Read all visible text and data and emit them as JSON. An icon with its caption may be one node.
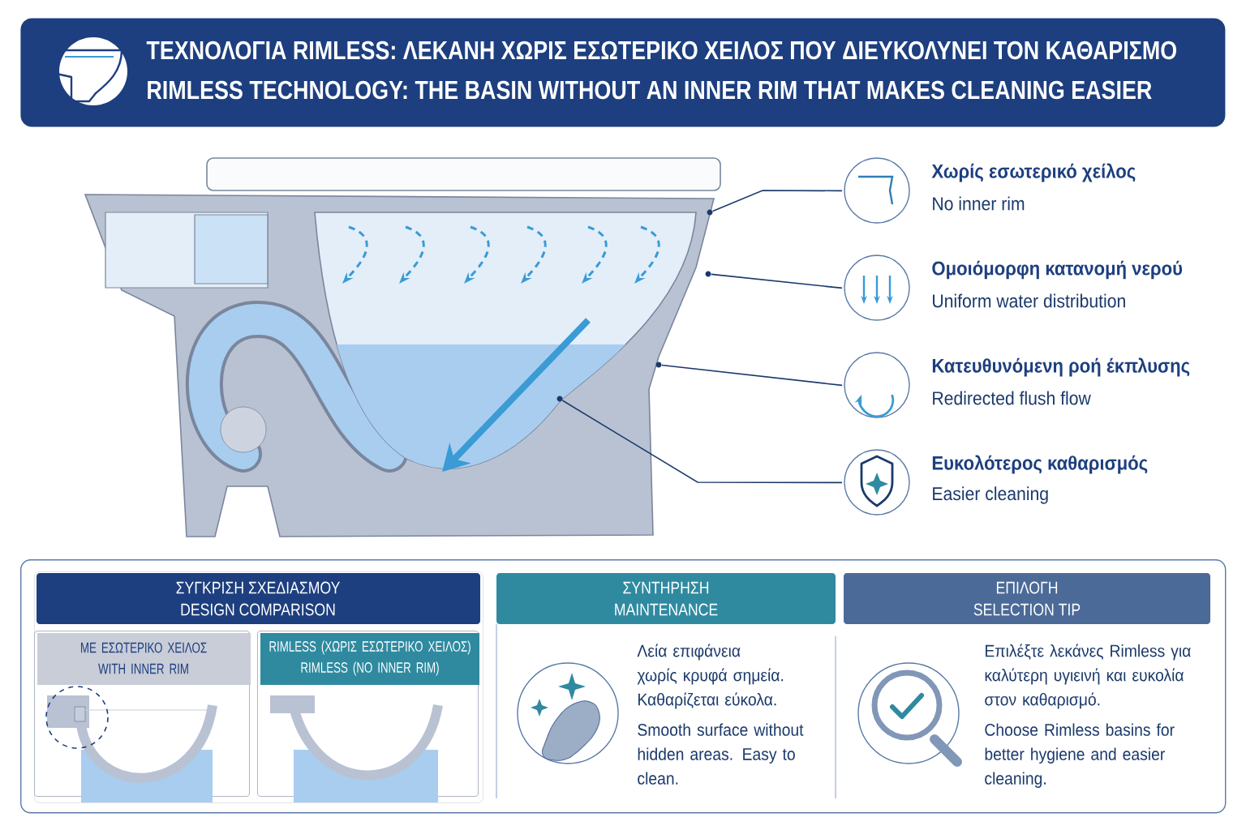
{
  "diagram": {
    "nodes": [
      {
        "text": [
          "ΤΕΧΝΟΛΟΓΙΑ RIMLESS: ΛΕΚΑΝΗ ΧΩΡΙΣ ΕΣΩΤΕΡΙΚΟ ΧΕΙΛΟΣ ΠΟΥ ΔΙΕΥΚΟΛΥΝΕΙ ΤΟΝ ΚΑΘΑΡΙΣΜΟ",
          "RIMLESS TECHNOLOGY: THE BASIN WITHOUT AN INNER RIM THAT MAKES CLEANING EASIER"
        ]
      },
      {
        "text": [],
        "shape": "picture"
      },
      {
        "text": [],
        "shape": "circle",
        "in": 1
      },
      {
        "text": [],
        "shape": "circle",
        "in": 1
      },
      {
        "text": [],
        "shape": "circle",
        "in": 1
      },
      {
        "text": [],
        "shape": "circle",
        "in": 1
      },
      {
        "text": [
          "Χωρίς εσωτερικό χείλος",
          "No inner rim"
        ]
      },
      {
        "text": [
          "Ομοιόμορφη κατανομή νερού",
          "Uniform water distribution"
        ]
      },
      {
        "text": [
          "Κατευθυνόμενη ροή έκπλυσης",
          "Redirected flush flow"
        ]
      },
      {
        "text": [
          "Ευκολότερος καθαρισμός",
          "Easier cleaning"
        ]
      },
      {
        "text": [],
        "shape": "box"
      },
      {
        "text": [
          "ΣΥΓΚΡΙΣΗ ΣΧΕΔΙΑΣΜΟΥ",
          "DESIGN COMPARISON"
        ],
        "in": 10
      },
      {
        "text": [
          "ΜΕ ΕΣΩΤΕΡΙΚΟ ΧΕΙΛΟΣ",
          "WITH INNER RIM"
        ],
        "in": 11
      },
      {
        "text": [
          "RIMLESS (ΧΩΡΙΣ ΕΣΩΤΕΡΙΚΟ ΧΕΙΛΟΣ)",
          "RIMLESS (NO INNER RIM)"
        ],
        "in": 11
      },
      {
        "text": [
          "ΣΥΝΤΗΡΗΣΗ",
          "MAINTENANCE",
          "Λεία επιφάνεια χωρίς κρυφά σημεία. Καθαρίζεται εύκολα.",
          "Smooth surface without hidden areas. Easy to clean."
        ],
        "in": 10
      },
      {
        "text": [
          "ΕΠΙΛΟΓΗ",
          "SELECTION TIP",
          "Επιλέξτε λεκάνες Rimless για καλύτερη υγιεινή και ευκολία στον καθαρισμό.",
          "Choose Rimless basins for better hygiene and easier cleaning."
        ],
        "in": 10
      }
    ],
    "edges": [
      {
        "from": 6,
        "to": 2,
        "arrow": "none"
      },
      {
        "from": 7,
        "to": 3,
        "arrow": "none"
      },
      {
        "from": 8,
        "to": 4,
        "arrow": "none"
      },
      {
        "from": 9,
        "to": 5,
        "arrow": "none"
      }
    ]
  }
}
